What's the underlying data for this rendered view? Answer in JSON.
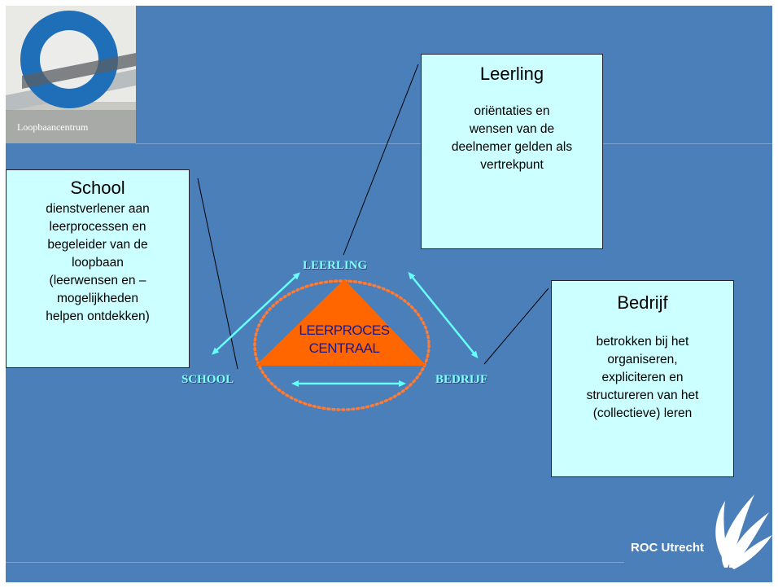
{
  "logo": {
    "caption": "Loopbaancentrum"
  },
  "boxes": {
    "leerling": {
      "title": "Leerling",
      "lines": [
        "oriëntaties en",
        "wensen van de",
        "deelnemer gelden als",
        "vertrekpunt"
      ]
    },
    "school": {
      "title": "School",
      "lines": [
        "dienstverlener aan",
        "leerprocessen en",
        "begeleider van de",
        "loopbaan",
        "(leerwensen en –",
        "mogelijkheden",
        "helpen ontdekken)"
      ]
    },
    "bedrijf": {
      "title": "Bedrijf",
      "lines": [
        "betrokken bij het",
        "organiseren,",
        "expliciteren en",
        "structureren van het",
        "(collectieve) leren"
      ]
    }
  },
  "diagram": {
    "vertex_leerling": "LEERLING",
    "vertex_school": "SCHOOL",
    "vertex_bedrijf": "BEDRIJF",
    "center_line1": "LEERPROCES",
    "center_line2": "CENTRAAL",
    "colors": {
      "triangle": "#ff6600",
      "arrows": "#66ffff",
      "ellipse": "#ff7a33",
      "boxes": "#ccffff",
      "slide": "#4a7fba"
    }
  },
  "branding": {
    "org_name": "ROC Utrecht"
  }
}
